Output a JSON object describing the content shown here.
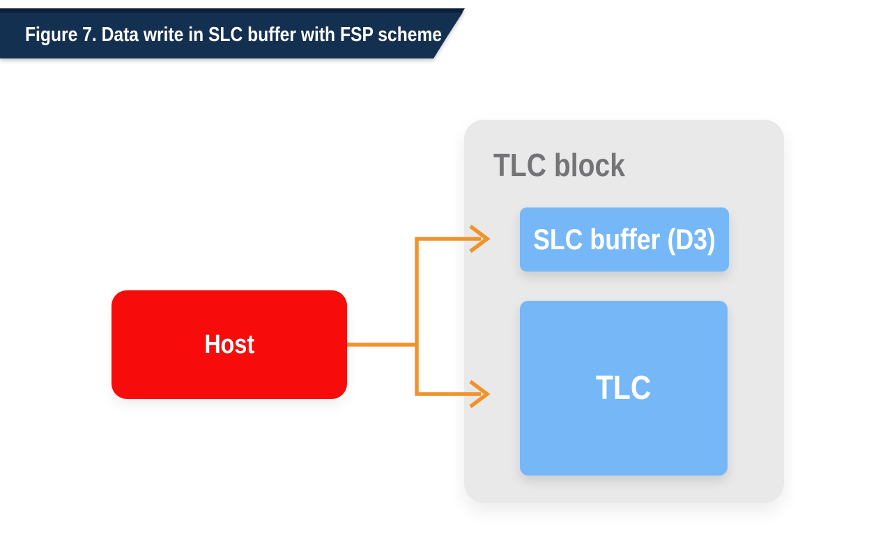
{
  "banner": {
    "title": "Figure 7. Data write in SLC buffer with FSP scheme",
    "background_color": "#143051",
    "edge_color": "#0B1F38",
    "text_color": "#FFFFFF"
  },
  "diagram": {
    "host": {
      "label": "Host",
      "fill_color": "#F80B0B",
      "text_color": "#FFFFFF"
    },
    "tlc_block": {
      "title": "TLC block",
      "title_color": "#747477",
      "fill_color": "#E9E9EA",
      "slc_buffer": {
        "label": "SLC buffer (D3)",
        "fill_color": "#76B7F8",
        "text_color": "#FFFFFF"
      },
      "tlc": {
        "label": "TLC",
        "fill_color": "#76B7F8",
        "text_color": "#FFFFFF"
      }
    },
    "arrows": {
      "color": "#F0932C",
      "connections": [
        {
          "from": "Host",
          "to": "SLC buffer (D3)"
        },
        {
          "from": "Host",
          "to": "TLC"
        }
      ]
    }
  }
}
